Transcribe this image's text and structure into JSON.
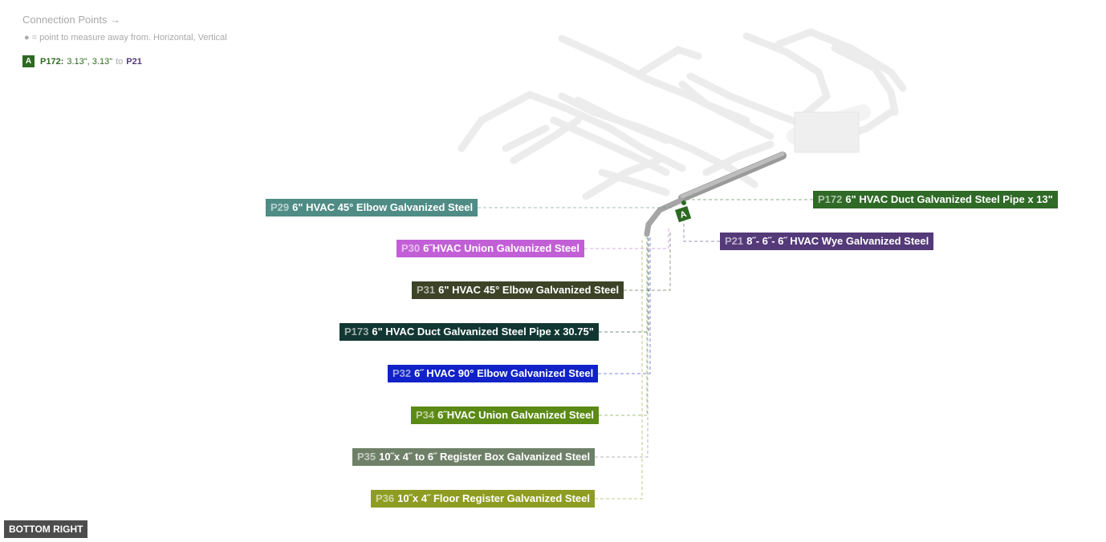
{
  "header": {
    "title": "Connection Points →",
    "legend": "● = point to measure away from. Horizontal, Vertical"
  },
  "connection": {
    "badge": "A",
    "from": "P172:",
    "measure": "3.13\", 3.13\"",
    "to_word": "to",
    "to": "P21",
    "color": "#2d6a22"
  },
  "parts": [
    {
      "id": "P29",
      "name": "6\" HVAC 45° Elbow Galvanized Steel",
      "color": "#4f8c85"
    },
    {
      "id": "P30",
      "name": "6˝HVAC Union Galvanized Steel",
      "color": "#c25fd6"
    },
    {
      "id": "P31",
      "name": "6\" HVAC 45° Elbow Galvanized Steel",
      "color": "#3d4327"
    },
    {
      "id": "P173",
      "name": "6\" HVAC Duct Galvanized Steel Pipe x 30.75\"",
      "color": "#123732"
    },
    {
      "id": "P32",
      "name": "6˝ HVAC 90° Elbow Galvanized Steel",
      "color": "#1022c8"
    },
    {
      "id": "P34",
      "name": "6˝HVAC Union Galvanized Steel",
      "color": "#5b8a15"
    },
    {
      "id": "P35",
      "name": "10˝x 4˝ to 6˝ Register Box Galvanized Steel",
      "color": "#6f8069"
    },
    {
      "id": "P36",
      "name": "10˝x 4˝ Floor Register Galvanized Steel",
      "color": "#8e9d21"
    },
    {
      "id": "P172",
      "name": "6\" HVAC Duct Galvanized Steel Pipe x 13\"",
      "color": "#2f6a27"
    },
    {
      "id": "P21",
      "name": "8˝- 6˝- 6˝ HVAC Wye Galvanized Steel",
      "color": "#543a78"
    }
  ],
  "marker_label": "A",
  "view_button": "BOTTOM RIGHT"
}
